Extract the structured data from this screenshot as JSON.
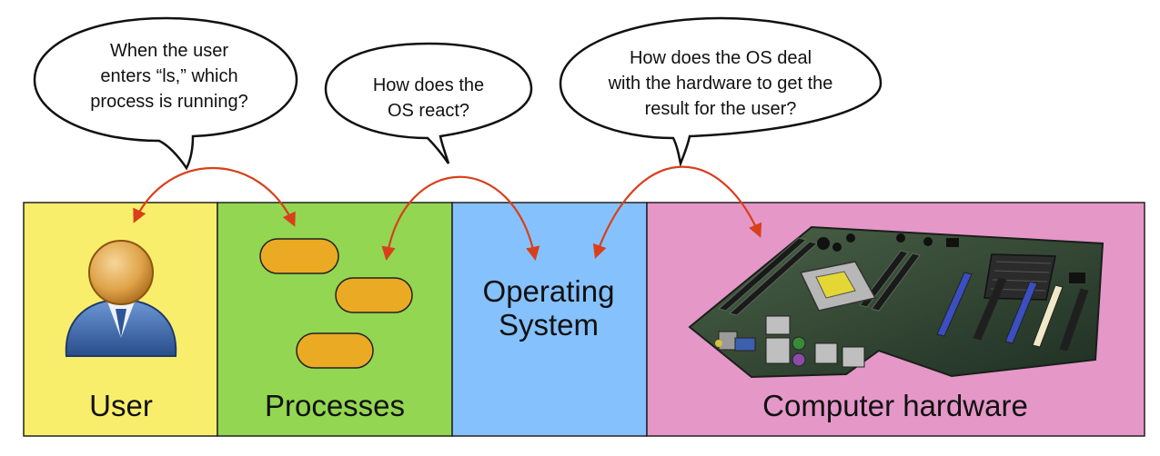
{
  "bubbles": [
    {
      "lines": [
        "When the user",
        "enters “ls,” which",
        "process is running?"
      ]
    },
    {
      "lines": [
        "How does the",
        "OS react?"
      ]
    },
    {
      "lines": [
        "How does the OS deal",
        "with the hardware to get the",
        "result for the user?"
      ]
    }
  ],
  "panels": {
    "user": {
      "label": "User",
      "color": "#f9ee6b"
    },
    "processes": {
      "label": "Processes",
      "color": "#93d652"
    },
    "os": {
      "label_line1": "Operating",
      "label_line2": "System",
      "color": "#85c1fd"
    },
    "hardware": {
      "label": "Computer hardware",
      "color": "#e597c8"
    }
  },
  "colors": {
    "arrow": "#d8401c",
    "process_pill": "#eaaa24",
    "avatar_head": "#e0a44a",
    "avatar_body": "#3a67ad",
    "board": "#2e4232"
  },
  "icons": {
    "user": "user-avatar-icon",
    "hardware": "motherboard-image"
  }
}
